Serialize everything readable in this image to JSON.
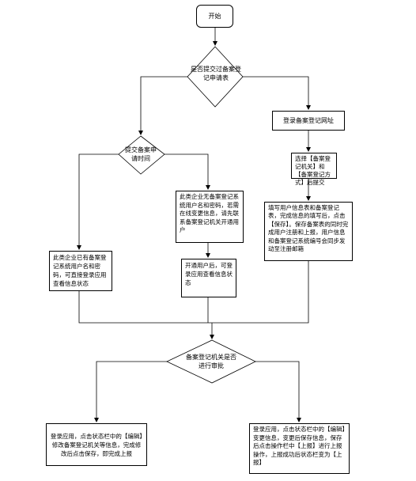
{
  "flowchart": {
    "start": "开始",
    "decision_submitted": "是否提交过备案登记申请表",
    "login_site": "登录备案登记网址",
    "select_org": "选择【备案登记机关】和【备案登记方式】后提交",
    "fill_form": "填写用户信息表和备案登记表，完成信息的填写后，点击【保存】。保存备案表的同时完成用户注册和上报，用户信息和备案登记系统编号会同步发动至注册邮箱",
    "decision_time": "提交备案申请时间",
    "registered_user": "此类企业已有备案登记系统用户名和密码，可直接登录应用查看信息状态",
    "no_account": "此类企业无备案登记系统用户名和密码，若需在线变更信息，请先联系备案登记机关开通用户",
    "after_open": "开通用户后，可登录应用查看信息状态",
    "decision_approve": "备案登记机关是否进行审批",
    "bottom_left": "登录应用，点击状态栏中的【编辑】修改备案登记机关等信息，完成修改后点击保存，即完成上报",
    "bottom_right": "登录应用，点击状态栏中的【编辑】变更信息，变更后保存信息，保存后点击操作栏中【上报】进行上报操作，上报成功后状态栏变为【上报】"
  }
}
